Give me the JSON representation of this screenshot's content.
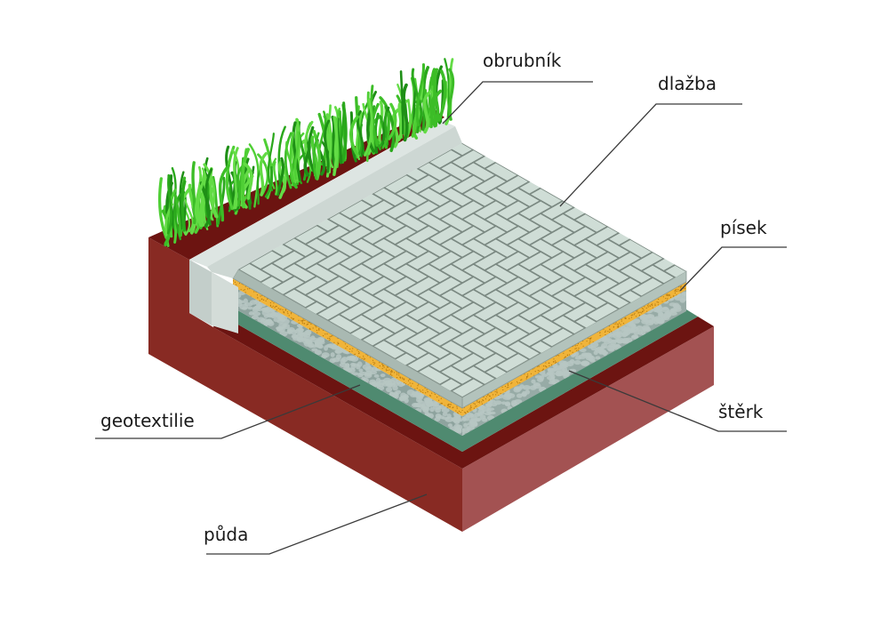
{
  "labels": {
    "curb": "obrubník",
    "paving": "dlažba",
    "sand": "písek",
    "gravel": "štěrk",
    "geotextile": "geotextilie",
    "soil": "půda"
  },
  "colors": {
    "soil_left": "#882a23",
    "soil_right": "#a35252",
    "soil_top": "#6c1411",
    "geotextile": "#4f8a70",
    "gravel": "#97aba6",
    "pebble": "#b7c7c3",
    "sand": "#f0b43a",
    "paving": "#cfddd6",
    "paving_joint": "#7b8982",
    "curb": "#dde5e2",
    "grass": "#3cbd27"
  }
}
